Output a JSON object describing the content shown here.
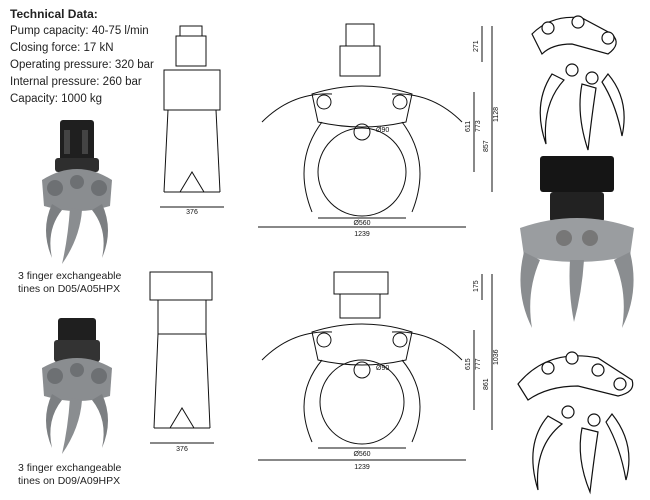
{
  "spec": {
    "title": "Technical Data:",
    "lines": [
      "Pump capacity: 40-75 l/min",
      "Closing force: 17 kN",
      "Operating pressure: 320 bar",
      "Internal pressure: 260 bar",
      "Capacity: 1000 kg"
    ]
  },
  "captions": {
    "top_line1": "3 finger exchangeable",
    "top_line2": "tines on D05/A05HPX",
    "bottom_line1": "3 finger exchangeable",
    "bottom_line2": "tines on D09/A09HPX"
  },
  "top_drawing": {
    "width_side": "376",
    "dim_front_width": "1239",
    "dim_open_diameter": "Ø560",
    "dim_rotator_diameter": "Ø90",
    "dim_h1": "271",
    "dim_h2": "611",
    "dim_h3": "773",
    "dim_h4": "857",
    "dim_h5": "1128"
  },
  "bottom_drawing": {
    "width_side": "376",
    "dim_front_width": "1239",
    "dim_open_diameter": "Ø560",
    "dim_rotator_diameter": "Ø90",
    "dim_h1": "175",
    "dim_h2": "615",
    "dim_h3": "777",
    "dim_h4": "861",
    "dim_h5": "1036"
  },
  "colors": {
    "grapple_grey": "#8a8d90",
    "grapple_dark": "#2a2a2a",
    "line": "#111111"
  }
}
